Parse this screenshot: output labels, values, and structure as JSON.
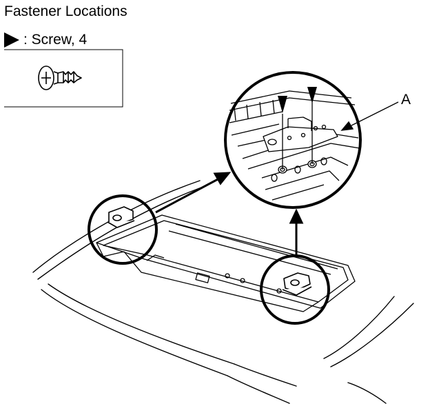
{
  "title": "Fastener Locations",
  "legend": {
    "symbol_icon": "filled-triangle-arrow-icon",
    "text": ": Screw, 4"
  },
  "callouts": [
    {
      "id": "A",
      "label": "A"
    }
  ],
  "colors": {
    "line": "#000000",
    "background": "#ffffff"
  }
}
